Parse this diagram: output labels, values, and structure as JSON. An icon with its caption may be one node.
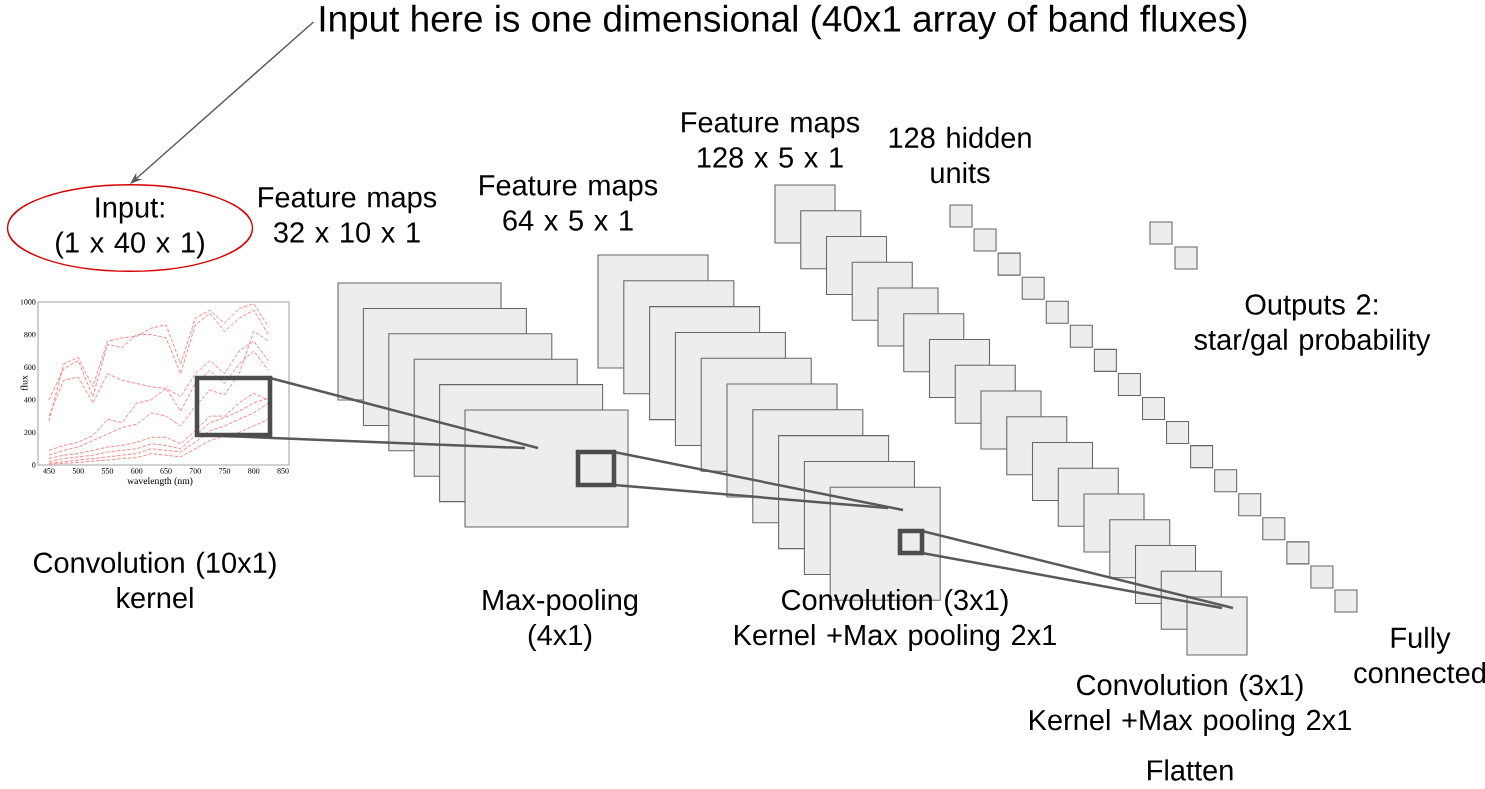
{
  "diagram": {
    "nodes": [
      {
        "text": [
          "Input here is one dimensional (40x1 array of band fluxes)"
        ]
      },
      {
        "text": [
          "Input: (1 x 40 x 1)"
        ]
      }
    ],
    "edges": [
      {
        "from": 0,
        "to": 1,
        "arrow": "to"
      }
    ],
    "labels": [
      "Feature maps 128 x 5 x 1",
      "128 hidden units",
      "Feature maps 32 x 10 x 1",
      "Feature maps 64 x 5 x 1",
      "Outputs 2: star/gal probability",
      "1000",
      "800",
      "600",
      "400",
      "200",
      "0",
      "flux",
      "450",
      "500",
      "550",
      "600",
      "650",
      "700",
      "750",
      "800",
      "850",
      "wavelength (nm)",
      "Convolution (10x1) kernel",
      "Max-pooling (4x1)",
      "Convolution (3x1) Kernel +Max pooling 2x1",
      "Fully connected",
      "Convolution (3x1) Kernel +Max pooling 2x1",
      "Flatten"
    ]
  }
}
